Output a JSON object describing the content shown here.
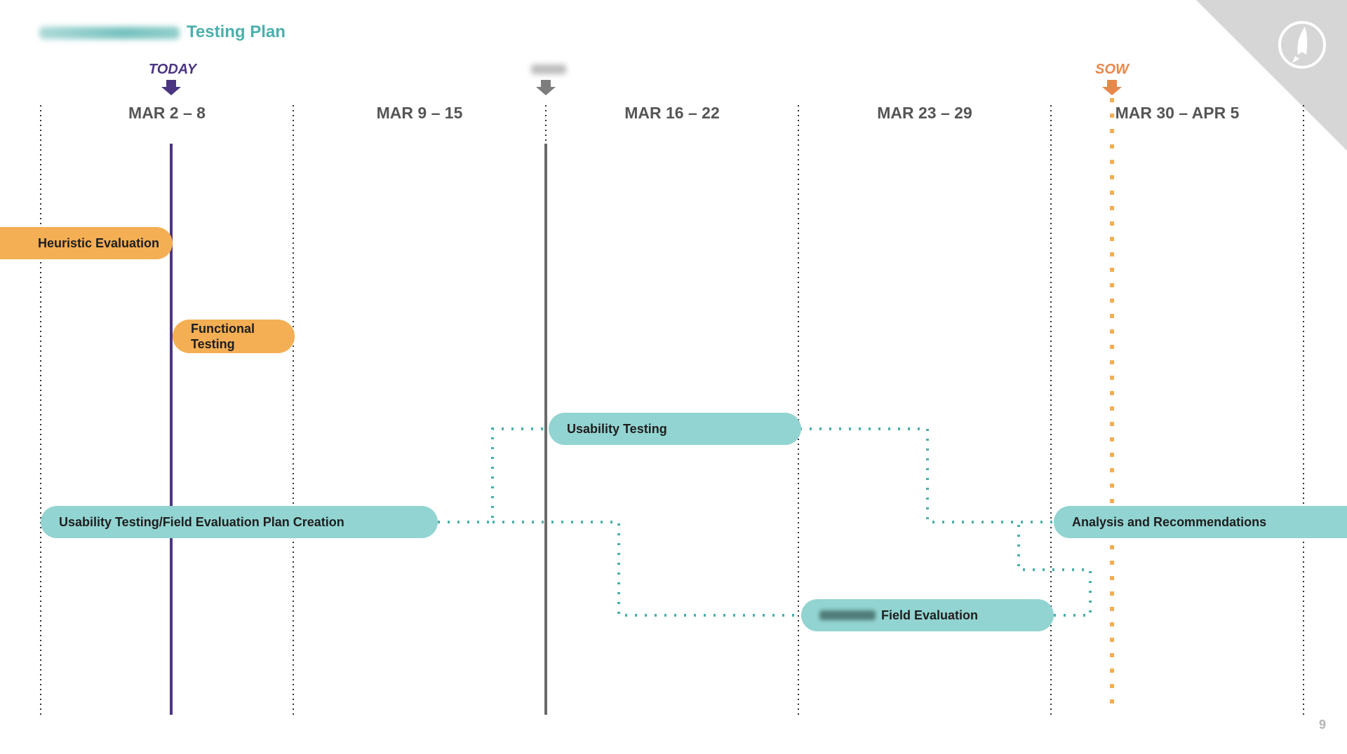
{
  "title": "Testing Plan",
  "page_number": "9",
  "weeks": [
    {
      "label": "MAR 2 – 8"
    },
    {
      "label": "MAR 9 – 15"
    },
    {
      "label": "MAR 16 – 22"
    },
    {
      "label": "MAR 23 – 29"
    },
    {
      "label": "MAR 30 – APR 5"
    }
  ],
  "markers": {
    "today": {
      "label": "TODAY",
      "color": "#4b3583"
    },
    "hidden": {
      "label": "",
      "color": "#8c8c8c"
    },
    "sow": {
      "label": "SOW",
      "color": "#e8874a"
    }
  },
  "tasks": {
    "heuristic": {
      "label": "Heuristic Evaluation",
      "color": "#f4ae54"
    },
    "functional": {
      "label": "Functional Testing",
      "color": "#f4ae54"
    },
    "usability": {
      "label": "Usability Testing",
      "color": "#92d4d1"
    },
    "plan_creation": {
      "label": "Usability Testing/Field Evaluation Plan Creation",
      "color": "#92d4d1"
    },
    "analysis": {
      "label": "Analysis and Recommendations",
      "color": "#92d4d1"
    },
    "field_eval": {
      "label": "Field Evaluation",
      "color": "#92d4d1"
    }
  },
  "colors": {
    "title": "#4ab0ab",
    "connector": "#4ab0ab",
    "grid": "#333333",
    "corner": "#d6d6d6"
  }
}
